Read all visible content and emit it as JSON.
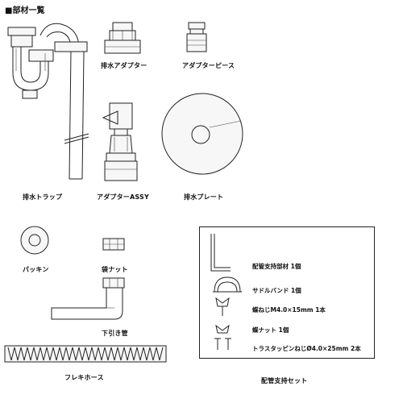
{
  "page_title": "■部材一覧",
  "parts": {
    "drain_trap": "排水トラップ",
    "drain_adapter": "排水アダプター",
    "adapter_piece": "アダプターピース",
    "adapter_assy": "アダプターASSY",
    "drain_plate": "排水プレート",
    "packing": "パッキン",
    "bag_nut": "袋ナット",
    "down_pipe": "下引き管",
    "flexible_hose": "フレキホース"
  },
  "pipe_support_kit": {
    "caption": "配管支持セット",
    "items": [
      {
        "label": "配管支持部材 1個"
      },
      {
        "label": "サドルバンド 1個"
      },
      {
        "label": "蝶ねじM4.0×15mm 1本"
      },
      {
        "label": "蝶ナット 1個"
      },
      {
        "label": "トラスタッピンねじØ4.0×25mm 2本"
      }
    ]
  }
}
